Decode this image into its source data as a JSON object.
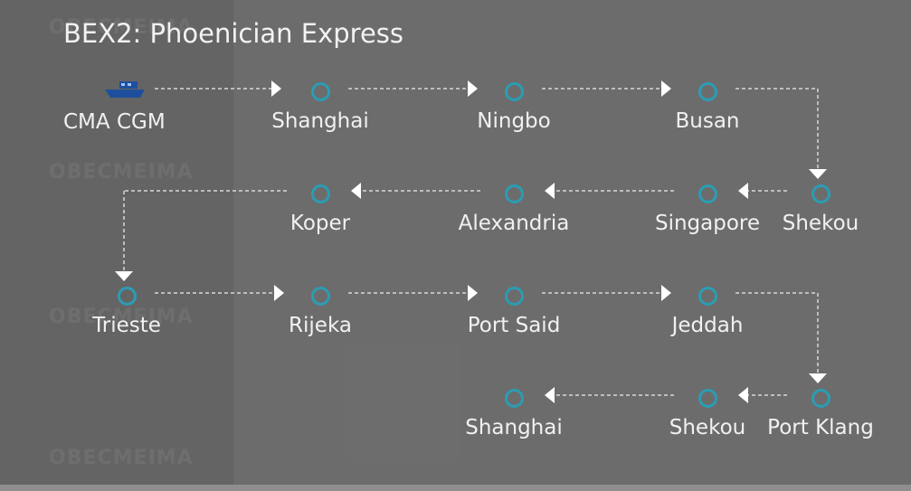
{
  "title": "BEX2: Phoenician Express",
  "carrier": {
    "name": "CMA CGM",
    "icon": "ship-icon"
  },
  "rows": [
    [
      "Shanghai",
      "Ningbo",
      "Busan"
    ],
    [
      "Shekou",
      "Singapore",
      "Alexandria",
      "Koper"
    ],
    [
      "Trieste",
      "Rijeka",
      "Port Said",
      "Jeddah"
    ],
    [
      "Port Klang",
      "Shekou",
      "Shanghai"
    ]
  ],
  "watermark": "OBECMEIMA",
  "colors": {
    "port_ring": "#2a9db4",
    "ship": "#1e4f9c",
    "route_line": "#d8d8d8"
  }
}
